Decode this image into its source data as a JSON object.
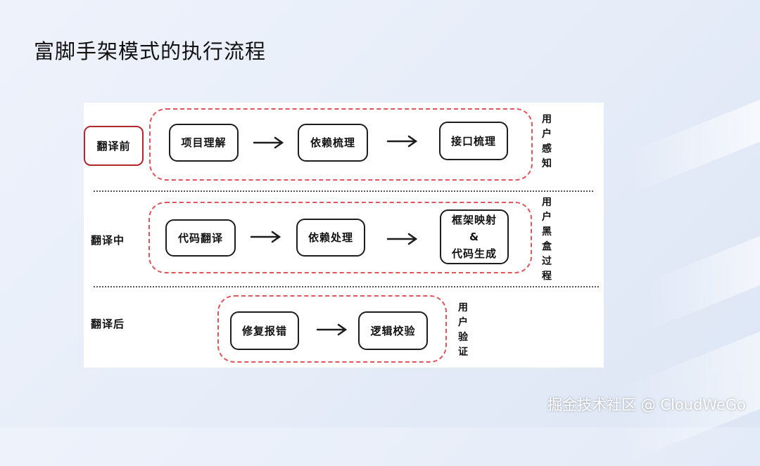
{
  "title": "富脚手架模式的执行流程",
  "rows": [
    {
      "label": "翻译前",
      "side": "用户感知",
      "boxes": [
        "项目理解",
        "依赖梳理",
        "接口梳理"
      ]
    },
    {
      "label": "翻译中",
      "side": "用户黑盒过程",
      "boxes": [
        "代码翻译",
        "依赖处理",
        "框架映射",
        "&",
        "代码生成"
      ]
    },
    {
      "label": "翻译后",
      "side": "用户验证",
      "boxes": [
        "修复报错",
        "逻辑校验"
      ]
    }
  ],
  "watermark": "掘金技术社区 @ CloudWeGo",
  "colors": {
    "dashed_group": "#e0545b",
    "active_label_border": "#b3262d"
  },
  "icons": [
    "arrow-right-icon"
  ]
}
